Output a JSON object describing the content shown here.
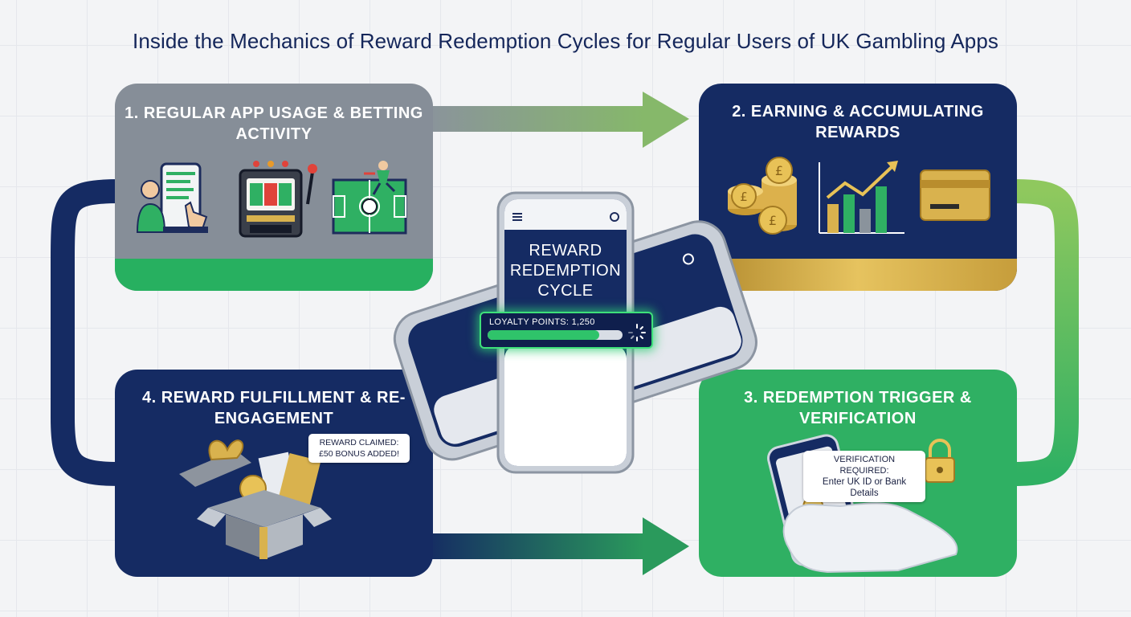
{
  "title": "Inside the Mechanics of Reward Redemption Cycles for Regular Users of UK Gambling Apps",
  "center": {
    "heading": "REWARD REDEMPTION CYCLE",
    "loyalty_label": "LOYALTY POINTS: 1,250",
    "loyalty_progress": 0.83
  },
  "panels": {
    "p1": {
      "heading": "1. REGULAR APP USAGE & BETTING ACTIVITY",
      "icons": [
        "phone-user-icon",
        "slot-machine-icon",
        "football-pitch-icon"
      ]
    },
    "p2": {
      "heading": "2. EARNING & ACCUMULATING REWARDS",
      "icons": [
        "pound-coins-icon",
        "growth-chart-icon",
        "gold-card-icon"
      ]
    },
    "p3": {
      "heading": "3. REDEMPTION TRIGGER & VERIFICATION",
      "callout_title": "VERIFICATION REQUIRED:",
      "callout_body": "Enter UK ID or Bank Details",
      "icons": [
        "hand-phone-icon",
        "padlock-icon"
      ]
    },
    "p4": {
      "heading": "4. REWARD FULFILLMENT & RE-ENGAGEMENT",
      "callout": "REWARD CLAIMED: £50 BONUS ADDED!",
      "icons": [
        "gift-box-icon"
      ]
    }
  },
  "colors": {
    "navy": "#152b63",
    "grey": "#868e98",
    "green": "#2fb063",
    "gold": "#d9b24e"
  }
}
